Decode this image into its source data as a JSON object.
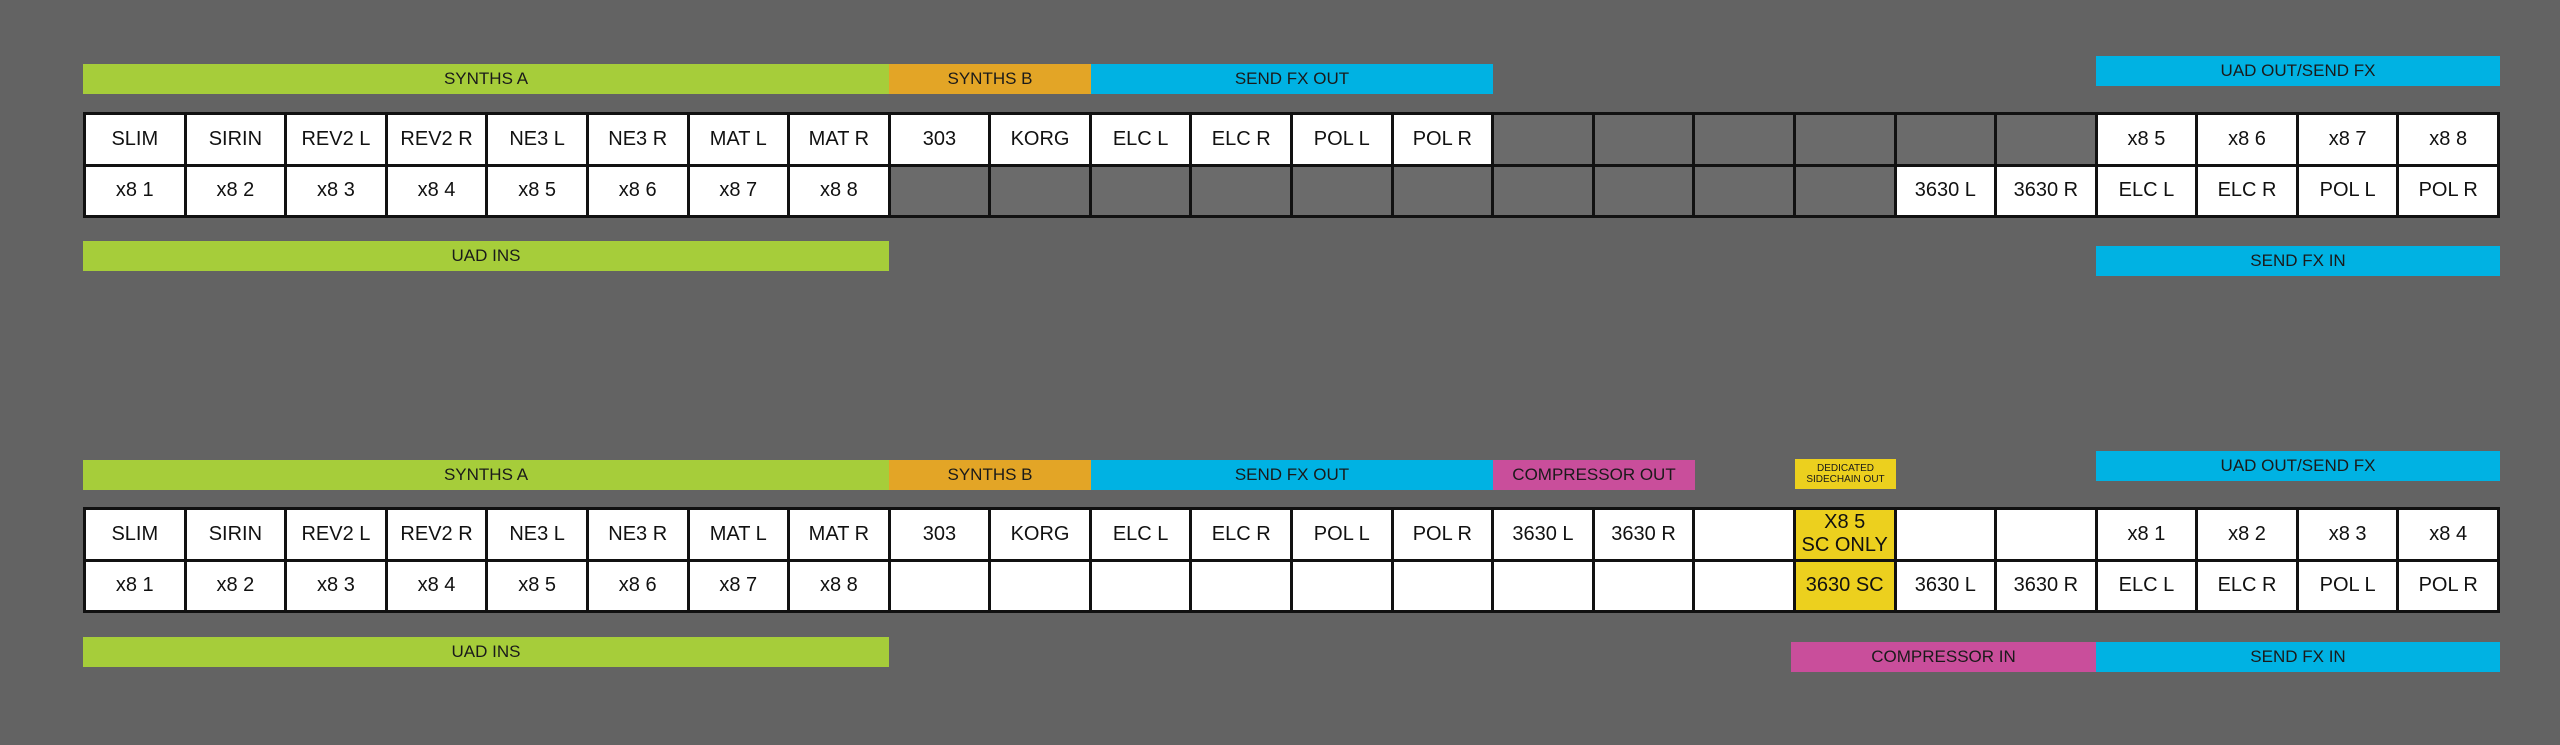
{
  "top": {
    "bars": {
      "synths_a": "SYNTHS A",
      "synths_b": "SYNTHS B",
      "send_fx_out": "SEND FX OUT",
      "uad_out_send_fx": "UAD OUT/SEND FX",
      "uad_ins": "UAD INS",
      "send_fx_in": "SEND FX IN"
    },
    "row1": [
      "SLIM",
      "SIRIN",
      "REV2 L",
      "REV2 R",
      "NE3 L",
      "NE3 R",
      "MAT L",
      "MAT R",
      "303",
      "KORG",
      "ELC L",
      "ELC R",
      "POL L",
      "POL R",
      "",
      "",
      "",
      "",
      "",
      "",
      "x8 5",
      "x8 6",
      "x8 7",
      "x8 8"
    ],
    "row2": [
      "x8 1",
      "x8 2",
      "x8 3",
      "x8 4",
      "x8 5",
      "x8 6",
      "x8 7",
      "x8 8",
      "",
      "",
      "",
      "",
      "",
      "",
      "",
      "",
      "",
      "",
      "3630 L",
      "3630 R",
      "ELC L",
      "ELC R",
      "POL L",
      "POL R"
    ]
  },
  "bottom": {
    "bars": {
      "synths_a": "SYNTHS A",
      "synths_b": "SYNTHS B",
      "send_fx_out": "SEND FX OUT",
      "compressor_out": "COMPRESSOR OUT",
      "dedicated_sidechain_out": "DEDICATED SIDECHAIN OUT",
      "uad_out_send_fx": "UAD OUT/SEND FX",
      "uad_ins": "UAD INS",
      "compressor_in": "COMPRESSOR IN",
      "send_fx_in": "SEND FX IN"
    },
    "row1": [
      "SLIM",
      "SIRIN",
      "REV2 L",
      "REV2 R",
      "NE3 L",
      "NE3 R",
      "MAT L",
      "MAT R",
      "303",
      "KORG",
      "ELC L",
      "ELC R",
      "POL L",
      "POL R",
      "3630 L",
      "3630 R",
      "",
      "X8 5\nSC ONLY",
      "",
      "",
      "x8 1",
      "x8 2",
      "x8 3",
      "x8 4"
    ],
    "row2": [
      "x8 1",
      "x8 2",
      "x8 3",
      "x8 4",
      "x8 5",
      "x8 6",
      "x8 7",
      "x8 8",
      "",
      "",
      "",
      "",
      "",
      "",
      "",
      "",
      "",
      "3630 SC",
      "3630 L",
      "3630 R",
      "ELC L",
      "ELC R",
      "POL L",
      "POL R"
    ]
  },
  "colors": {
    "background": "#636363",
    "green": "#a6cd3a",
    "orange": "#e3a526",
    "cyan": "#00b2e3",
    "magenta": "#c94e9b",
    "yellow": "#ecd01e",
    "cell_gray": "#6b6b6b"
  }
}
